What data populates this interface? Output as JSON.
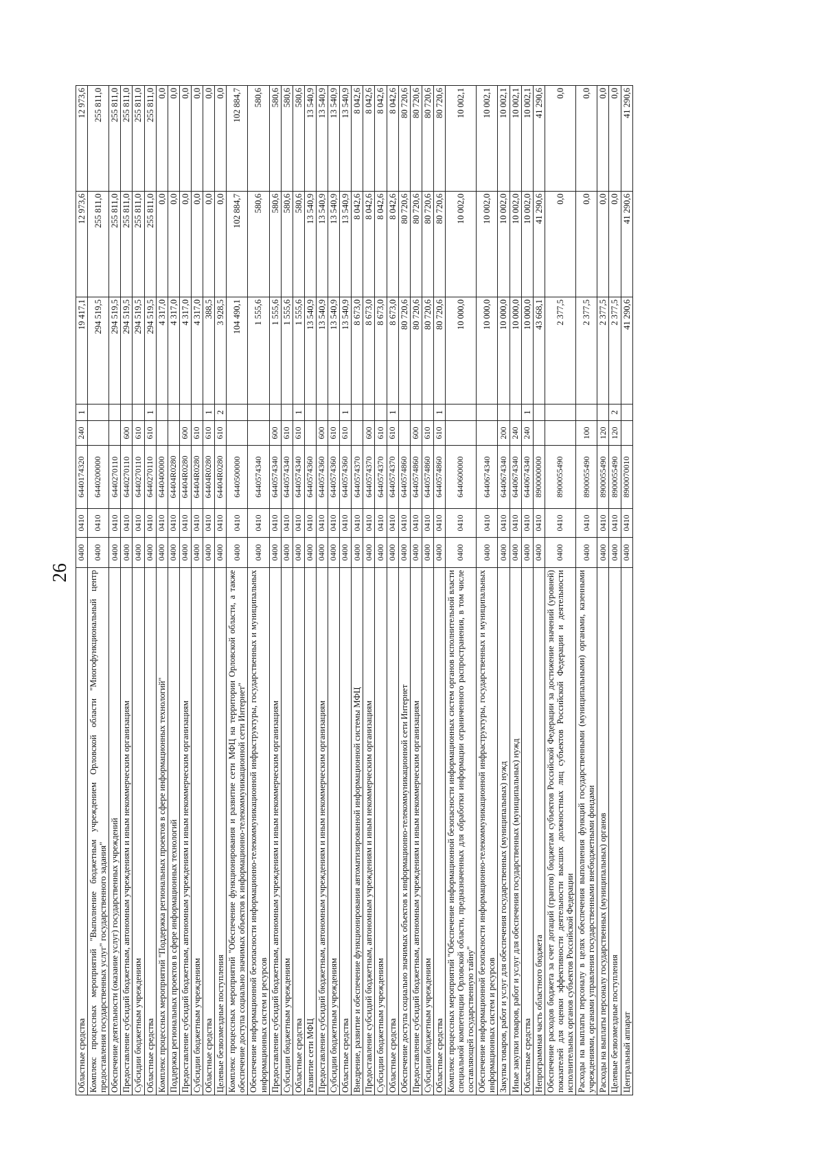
{
  "page_number": "26",
  "columns": [
    "description",
    "rzdel",
    "podrazdel",
    "csr",
    "vr",
    "flag",
    "sum_2019",
    "sum_2020",
    "sum_2021"
  ],
  "rows": [
    {
      "desc": "Областные средства",
      "rz": "0400",
      "pr": "0410",
      "csr": "6440174320",
      "vr": "240",
      "flag": "1",
      "v1": "19 417,1",
      "v2": "12 973,6",
      "v3": "12 973,6"
    },
    {
      "desc": "Комплекс процессных мероприятий \"Выполнение бюджетным учреждением Орловской области \"Многофункциональный центр предоставления государственных услуг\" государственного задания\"",
      "rz": "0400",
      "pr": "0410",
      "csr": "6440200000",
      "vr": "",
      "flag": "",
      "v1": "294 519,5",
      "v2": "255 811,0",
      "v3": "255 811,0"
    },
    {
      "desc": "Обеспечение деятельности (оказание услуг) государственных учреждений",
      "rz": "0400",
      "pr": "0410",
      "csr": "6440270110",
      "vr": "",
      "flag": "",
      "v1": "294 519,5",
      "v2": "255 811,0",
      "v3": "255 811,0"
    },
    {
      "desc": "Предоставление субсидий бюджетным, автономным учреждениям и иным некоммерческим организациям",
      "rz": "0400",
      "pr": "0410",
      "csr": "6440270110",
      "vr": "600",
      "flag": "",
      "v1": "294 519,5",
      "v2": "255 811,0",
      "v3": "255 811,0"
    },
    {
      "desc": "Субсидии бюджетным учреждениям",
      "rz": "0400",
      "pr": "0410",
      "csr": "6440270110",
      "vr": "610",
      "flag": "",
      "v1": "294 519,5",
      "v2": "255 811,0",
      "v3": "255 811,0"
    },
    {
      "desc": "Областные средства",
      "rz": "0400",
      "pr": "0410",
      "csr": "6440270110",
      "vr": "610",
      "flag": "1",
      "v1": "294 519,5",
      "v2": "255 811,0",
      "v3": "255 811,0"
    },
    {
      "desc": "Комплекс процессных мероприятий \"Поддержка региональных проектов в сфере информационных технологий\"",
      "rz": "0400",
      "pr": "0410",
      "csr": "6440400000",
      "vr": "",
      "flag": "",
      "v1": "4 317,0",
      "v2": "0,0",
      "v3": "0,0"
    },
    {
      "desc": "Поддержка региональных проектов в сфере информационных технологий",
      "rz": "0400",
      "pr": "0410",
      "csr": "64404R0280",
      "vr": "",
      "flag": "",
      "v1": "4 317,0",
      "v2": "0,0",
      "v3": "0,0"
    },
    {
      "desc": "Предоставление субсидий бюджетным, автономным учреждениям и иным некоммерческим организациям",
      "rz": "0400",
      "pr": "0410",
      "csr": "64404R0280",
      "vr": "600",
      "flag": "",
      "v1": "4 317,0",
      "v2": "0,0",
      "v3": "0,0"
    },
    {
      "desc": "Субсидии бюджетным учреждениям",
      "rz": "0400",
      "pr": "0410",
      "csr": "64404R0280",
      "vr": "610",
      "flag": "",
      "v1": "4 317,0",
      "v2": "0,0",
      "v3": "0,0"
    },
    {
      "desc": "Областные средства",
      "rz": "0400",
      "pr": "0410",
      "csr": "64404R0280",
      "vr": "610",
      "flag": "1",
      "v1": "388,5",
      "v2": "0,0",
      "v3": "0,0"
    },
    {
      "desc": "Целевые безвозмездные поступления",
      "rz": "0400",
      "pr": "0410",
      "csr": "64404R0280",
      "vr": "610",
      "flag": "2",
      "v1": "3 928,5",
      "v2": "0,0",
      "v3": "0,0"
    },
    {
      "desc": "Комплекс процессных мероприятий \"Обеспечение функционирования и развитие сети МФЦ на территории Орловской области, а также обеспечение доступа социально значимых объектов к информационно-телекоммуникационной сети Интернет\"",
      "rz": "0400",
      "pr": "0410",
      "csr": "6440500000",
      "vr": "",
      "flag": "",
      "v1": "104 490,1",
      "v2": "102 884,7",
      "v3": "102 884,7"
    },
    {
      "desc": "Обеспечение информационной безопасности информационно-телекоммуникационной инфраструктуры, государственных и муниципальных информационных систем и ресурсов",
      "rz": "0400",
      "pr": "0410",
      "csr": "6440574340",
      "vr": "",
      "flag": "",
      "v1": "1 555,6",
      "v2": "580,6",
      "v3": "580,6"
    },
    {
      "desc": "Предоставление субсидий бюджетным, автономным учреждениям и иным некоммерческим организациям",
      "rz": "0400",
      "pr": "0410",
      "csr": "6440574340",
      "vr": "600",
      "flag": "",
      "v1": "1 555,6",
      "v2": "580,6",
      "v3": "580,6"
    },
    {
      "desc": "Субсидии бюджетным учреждениям",
      "rz": "0400",
      "pr": "0410",
      "csr": "6440574340",
      "vr": "610",
      "flag": "",
      "v1": "1 555,6",
      "v2": "580,6",
      "v3": "580,6"
    },
    {
      "desc": "Областные средства",
      "rz": "0400",
      "pr": "0410",
      "csr": "6440574340",
      "vr": "610",
      "flag": "1",
      "v1": "1 555,6",
      "v2": "580,6",
      "v3": "580,6"
    },
    {
      "desc": "Развитие сети МФЦ",
      "rz": "0400",
      "pr": "0410",
      "csr": "6440574360",
      "vr": "",
      "flag": "",
      "v1": "13 540,9",
      "v2": "13 540,9",
      "v3": "13 540,9"
    },
    {
      "desc": "Предоставление субсидий бюджетным, автономным учреждениям и иным некоммерческим организациям",
      "rz": "0400",
      "pr": "0410",
      "csr": "6440574360",
      "vr": "600",
      "flag": "",
      "v1": "13 540,9",
      "v2": "13 540,9",
      "v3": "13 540,9"
    },
    {
      "desc": "Субсидии бюджетным учреждениям",
      "rz": "0400",
      "pr": "0410",
      "csr": "6440574360",
      "vr": "610",
      "flag": "",
      "v1": "13 540,9",
      "v2": "13 540,9",
      "v3": "13 540,9"
    },
    {
      "desc": "Областные средства",
      "rz": "0400",
      "pr": "0410",
      "csr": "6440574360",
      "vr": "610",
      "flag": "1",
      "v1": "13 540,9",
      "v2": "13 540,9",
      "v3": "13 540,9"
    },
    {
      "desc": "Внедрение, развитие и обеспечение функционирования автоматизированной информационной системы МФЦ",
      "rz": "0400",
      "pr": "0410",
      "csr": "6440574370",
      "vr": "",
      "flag": "",
      "v1": "8 673,0",
      "v2": "8 042,6",
      "v3": "8 042,6"
    },
    {
      "desc": "Предоставление субсидий бюджетным, автономным учреждениям и иным некоммерческим организациям",
      "rz": "0400",
      "pr": "0410",
      "csr": "6440574370",
      "vr": "600",
      "flag": "",
      "v1": "8 673,0",
      "v2": "8 042,6",
      "v3": "8 042,6"
    },
    {
      "desc": "Субсидии бюджетным учреждениям",
      "rz": "0400",
      "pr": "0410",
      "csr": "6440574370",
      "vr": "610",
      "flag": "",
      "v1": "8 673,0",
      "v2": "8 042,6",
      "v3": "8 042,6"
    },
    {
      "desc": "Областные средства",
      "rz": "0400",
      "pr": "0410",
      "csr": "6440574370",
      "vr": "610",
      "flag": "1",
      "v1": "8 673,0",
      "v2": "8 042,6",
      "v3": "8 042,6"
    },
    {
      "desc": "Обеспечение доступа социально значимых объектов к информационно-телекоммуникационной сети Интернет",
      "rz": "0400",
      "pr": "0410",
      "csr": "6440574860",
      "vr": "",
      "flag": "",
      "v1": "80 720,6",
      "v2": "80 720,6",
      "v3": "80 720,6"
    },
    {
      "desc": "Предоставление субсидий бюджетным, автономным учреждениям и иным некоммерческим организациям",
      "rz": "0400",
      "pr": "0410",
      "csr": "6440574860",
      "vr": "600",
      "flag": "",
      "v1": "80 720,6",
      "v2": "80 720,6",
      "v3": "80 720,6"
    },
    {
      "desc": "Субсидии бюджетным учреждениям",
      "rz": "0400",
      "pr": "0410",
      "csr": "6440574860",
      "vr": "610",
      "flag": "",
      "v1": "80 720,6",
      "v2": "80 720,6",
      "v3": "80 720,6"
    },
    {
      "desc": "Областные средства",
      "rz": "0400",
      "pr": "0410",
      "csr": "6440574860",
      "vr": "610",
      "flag": "1",
      "v1": "80 720,6",
      "v2": "80 720,6",
      "v3": "80 720,6"
    },
    {
      "desc": "Комплекс процессных мероприятий \"Обеспечение информационной безопасности информационных систем органов исполнительной власти специальной компетенции Орловской области, предназначенных для обработки информации ограниченного распространения, в том числе составляющей государственную тайну\"",
      "rz": "0400",
      "pr": "0410",
      "csr": "6440600000",
      "vr": "",
      "flag": "",
      "v1": "10 000,0",
      "v2": "10 002,0",
      "v3": "10 002,1"
    },
    {
      "desc": "Обеспечение информационной безопасности информационно-телекоммуникационной инфраструктуры, государственных и муниципальных информационных систем и ресурсов",
      "rz": "0400",
      "pr": "0410",
      "csr": "6440674340",
      "vr": "",
      "flag": "",
      "v1": "10 000,0",
      "v2": "10 002,0",
      "v3": "10 002,1"
    },
    {
      "desc": "Закупка товаров, работ и услуг для обеспечения государственных (муниципальных) нужд",
      "rz": "0400",
      "pr": "0410",
      "csr": "6440674340",
      "vr": "200",
      "flag": "",
      "v1": "10 000,0",
      "v2": "10 002,0",
      "v3": "10 002,1"
    },
    {
      "desc": "Иные закупки товаров, работ и услуг для обеспечения государственных (муниципальных) нужд",
      "rz": "0400",
      "pr": "0410",
      "csr": "6440674340",
      "vr": "240",
      "flag": "",
      "v1": "10 000,0",
      "v2": "10 002,0",
      "v3": "10 002,1"
    },
    {
      "desc": "Областные средства",
      "rz": "0400",
      "pr": "0410",
      "csr": "6440674340",
      "vr": "240",
      "flag": "1",
      "v1": "10 000,0",
      "v2": "10 002,0",
      "v3": "10 002,1"
    },
    {
      "desc": "Непрограммная часть областного бюджета",
      "rz": "0400",
      "pr": "0410",
      "csr": "8900000000",
      "vr": "",
      "flag": "",
      "v1": "43 668,1",
      "v2": "41 290,6",
      "v3": "41 290,6"
    },
    {
      "desc": "Обеспечение расходов бюджета за счет дотаций (грантов) бюджетам субъектов Российской Федерации за достижение значений (уровней) показателей для оценки эффективности деятельности высших должностных лиц субъектов Российской Федерации и деятельности исполнительных органов субъектов Российской Федерации",
      "rz": "0400",
      "pr": "0410",
      "csr": "8900055490",
      "vr": "",
      "flag": "",
      "v1": "2 377,5",
      "v2": "0,0",
      "v3": "0,0"
    },
    {
      "desc": "Расходы на выплаты персоналу в целях обеспечения выполнения функций государственными (муниципальными) органами, казенными учреждениями, органами управления государственными внебюджетными фондами",
      "rz": "0400",
      "pr": "0410",
      "csr": "8900055490",
      "vr": "100",
      "flag": "",
      "v1": "2 377,5",
      "v2": "0,0",
      "v3": "0,0"
    },
    {
      "desc": "Расходы на выплаты персоналу государственных (муниципальных) органов",
      "rz": "0400",
      "pr": "0410",
      "csr": "8900055490",
      "vr": "120",
      "flag": "",
      "v1": "2 377,5",
      "v2": "0,0",
      "v3": "0,0"
    },
    {
      "desc": "Целевые безвозмездные поступления",
      "rz": "0400",
      "pr": "0410",
      "csr": "8900055490",
      "vr": "120",
      "flag": "2",
      "v1": "2 377,5",
      "v2": "0,0",
      "v3": "0,0"
    },
    {
      "desc": "Центральный аппарат",
      "rz": "0400",
      "pr": "0410",
      "csr": "8900070010",
      "vr": "",
      "flag": "",
      "v1": "41 290,6",
      "v2": "41 290,6",
      "v3": "41 290,6"
    }
  ]
}
